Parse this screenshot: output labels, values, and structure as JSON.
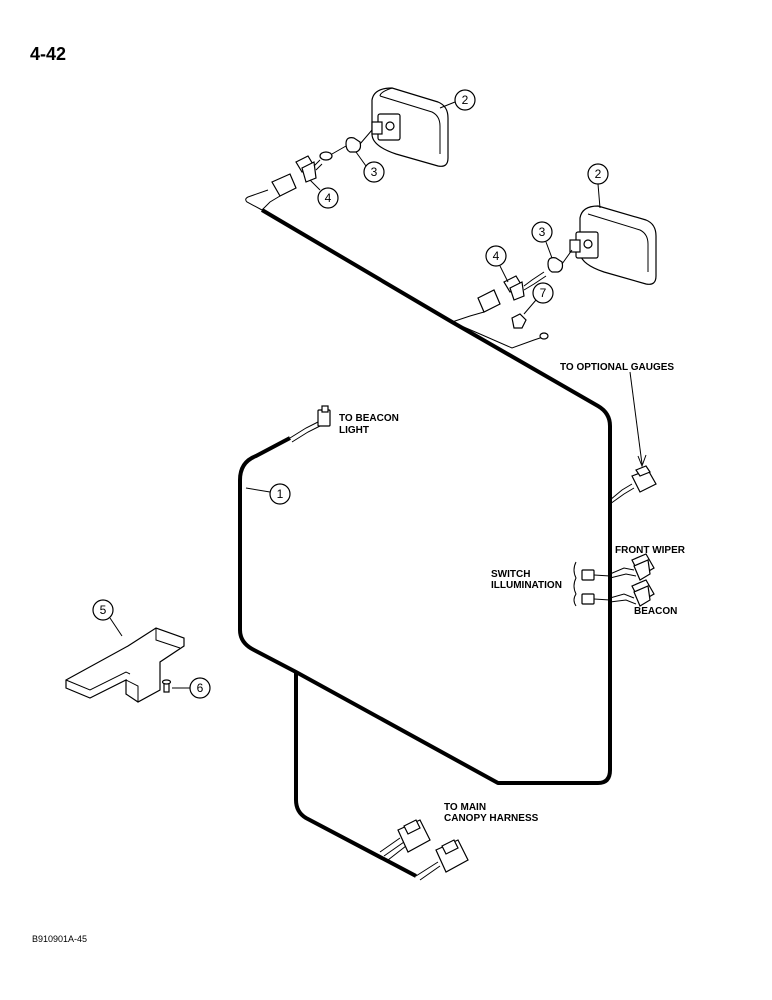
{
  "page": {
    "page_number": "4-42",
    "figure_code": "B910901A-45"
  },
  "labels": {
    "optional_gauges": "TO OPTIONAL GAUGES",
    "beacon_light_1": "TO BEACON",
    "beacon_light_2": "LIGHT",
    "front_wiper": "FRONT WIPER",
    "switch_1": "SWITCH",
    "switch_2": "ILLUMINATION",
    "beacon": "BEACON",
    "main_harness_1": "TO MAIN",
    "main_harness_2": "CANOPY HARNESS"
  },
  "callouts": {
    "c1": "1",
    "c2": "2",
    "c3": "3",
    "c4": "4",
    "c5": "5",
    "c6": "6",
    "c7": "7"
  }
}
